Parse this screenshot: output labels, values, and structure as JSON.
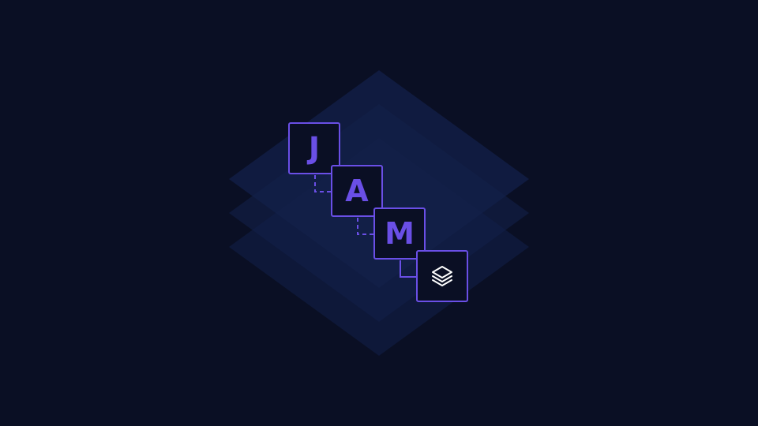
{
  "logo": {
    "letters": [
      "J",
      "A",
      "M"
    ],
    "final_tile_icon": "stack-layers-icon"
  },
  "colors": {
    "background": "#0a0f24",
    "layer_fill": "#13204a",
    "accent": "#6a4fe6",
    "icon": "#ffffff"
  }
}
